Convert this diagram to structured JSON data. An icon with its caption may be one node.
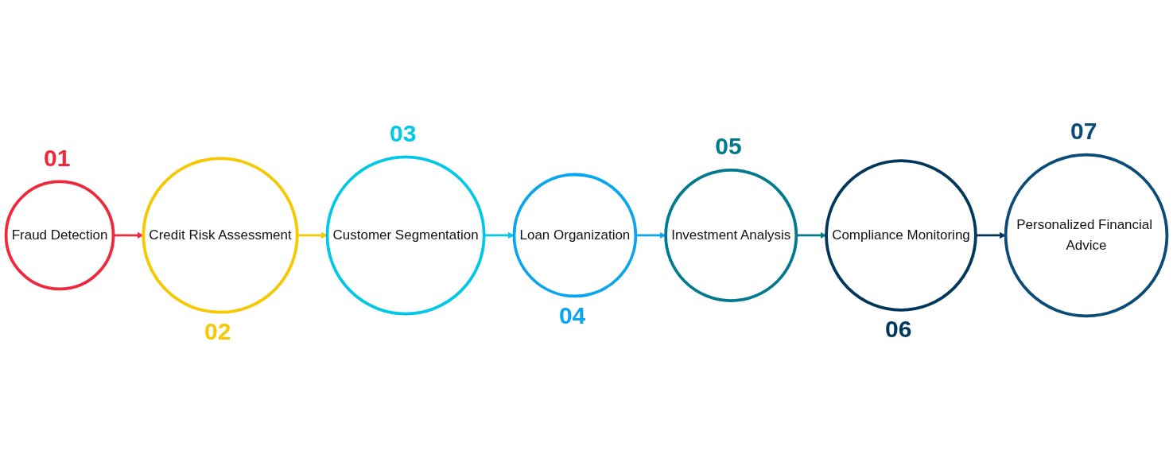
{
  "diagram": {
    "nodes": [
      {
        "text": [
          "Fraud Detection"
        ],
        "beside": [
          "01"
        ]
      },
      {
        "text": [
          "Credit Risk Assessment"
        ],
        "beside": [
          "02"
        ]
      },
      {
        "text": [
          "Customer Segmentation"
        ],
        "beside": [
          "03"
        ]
      },
      {
        "text": [
          "Loan Organization"
        ],
        "beside": [
          "04"
        ]
      },
      {
        "text": [
          "Investment Analysis"
        ],
        "beside": [
          "05"
        ]
      },
      {
        "text": [
          "Compliance Monitoring"
        ],
        "beside": [
          "06"
        ]
      },
      {
        "text": [
          "Personalized Financial Advice"
        ],
        "beside": [
          "07"
        ]
      }
    ],
    "edges": [
      {
        "from": 0,
        "to": 1,
        "arrow": "to",
        "color": "#f0283c"
      },
      {
        "from": 1,
        "to": 2,
        "arrow": "to",
        "color": "#f5c800"
      },
      {
        "from": 2,
        "to": 3,
        "arrow": "to",
        "color": "#00c8e6"
      },
      {
        "from": 3,
        "to": 4,
        "arrow": "to",
        "color": "#0aa5f0"
      },
      {
        "from": 4,
        "to": 5,
        "arrow": "to",
        "color": "#007a8c"
      },
      {
        "from": 5,
        "to": 6,
        "arrow": "to",
        "color": "#00375a"
      }
    ]
  }
}
